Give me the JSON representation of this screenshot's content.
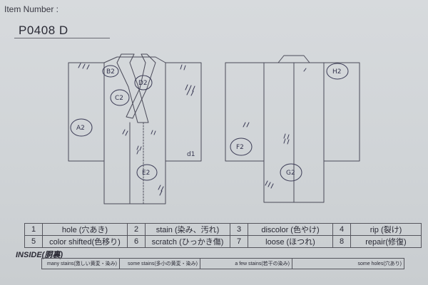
{
  "header": {
    "item_number_label": "Item Number :",
    "item_number_value": "P0408   D"
  },
  "diagram_marks": {
    "a2": "A2",
    "b2": "B2",
    "c2": "C2",
    "d2": "D2",
    "e2": "E2",
    "f2": "F2",
    "g2": "G2",
    "h2": "H2",
    "d1": "d1"
  },
  "legend": [
    {
      "num": "1",
      "label": "hole (穴あき)"
    },
    {
      "num": "2",
      "label": "stain (染み、汚れ)"
    },
    {
      "num": "3",
      "label": "discolor (色やけ)"
    },
    {
      "num": "4",
      "label": "rip (裂け)"
    },
    {
      "num": "5",
      "label": "color shifted(色移り)"
    },
    {
      "num": "6",
      "label": "scratch (ひっかき傷)"
    },
    {
      "num": "7",
      "label": "loose (ほつれ)"
    },
    {
      "num": "8",
      "label": "repair(修復)"
    }
  ],
  "inside": {
    "title": "INSIDE(胴裏)",
    "cells": [
      "many stains(激しい黄変・染み)",
      "some stains(多小の黄変・染み)",
      "a few stains(若干の染み)",
      "some holes(穴あり)"
    ]
  }
}
